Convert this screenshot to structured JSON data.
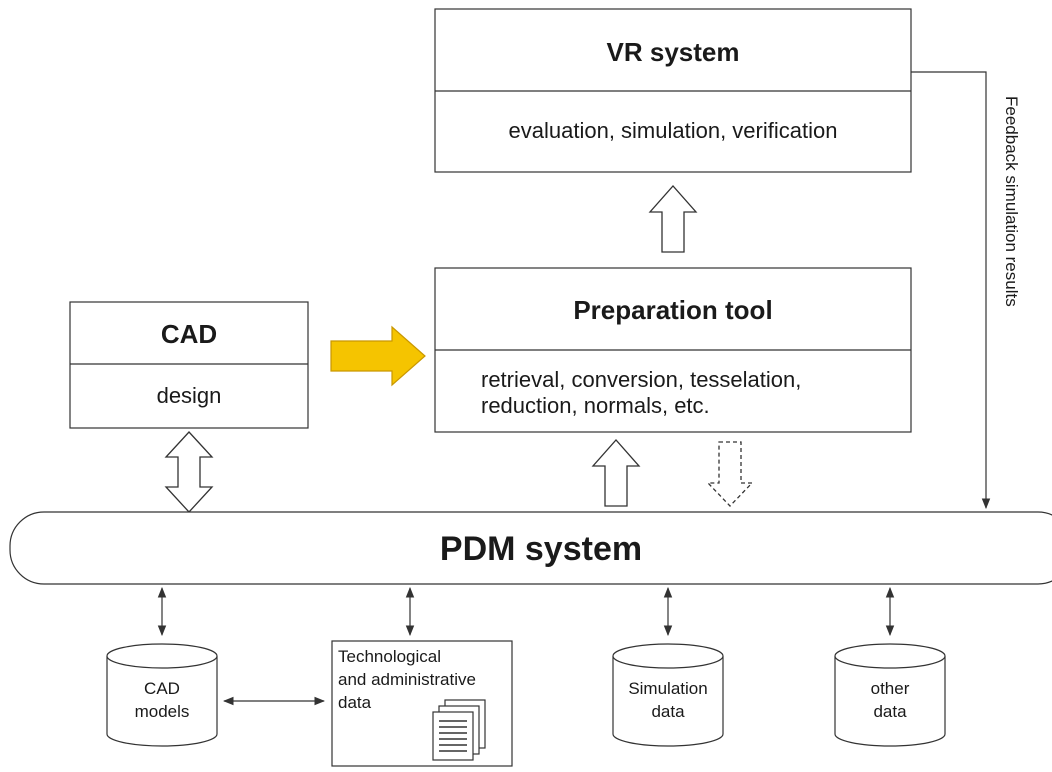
{
  "vr_system": {
    "title": "VR system",
    "subtitle": "evaluation, simulation, verification"
  },
  "preparation_tool": {
    "title": "Preparation tool",
    "line1": "retrieval, conversion, tesselation,",
    "line2": "reduction, normals, etc."
  },
  "cad": {
    "title": "CAD",
    "subtitle": "design"
  },
  "pdm": {
    "title": "PDM system"
  },
  "feedback_label": "Feedback simulation results",
  "data_sources": {
    "cad_models": {
      "line1": "CAD",
      "line2": "models"
    },
    "technological": {
      "line1": "Technological",
      "line2": "and administrative",
      "line3": "data"
    },
    "simulation": {
      "line1": "Simulation",
      "line2": "data"
    },
    "other": {
      "line1": "other",
      "line2": "data"
    }
  },
  "colors": {
    "accent_arrow": "#f5c400",
    "accent_arrow_stroke": "#c99700",
    "line": "#333333"
  }
}
